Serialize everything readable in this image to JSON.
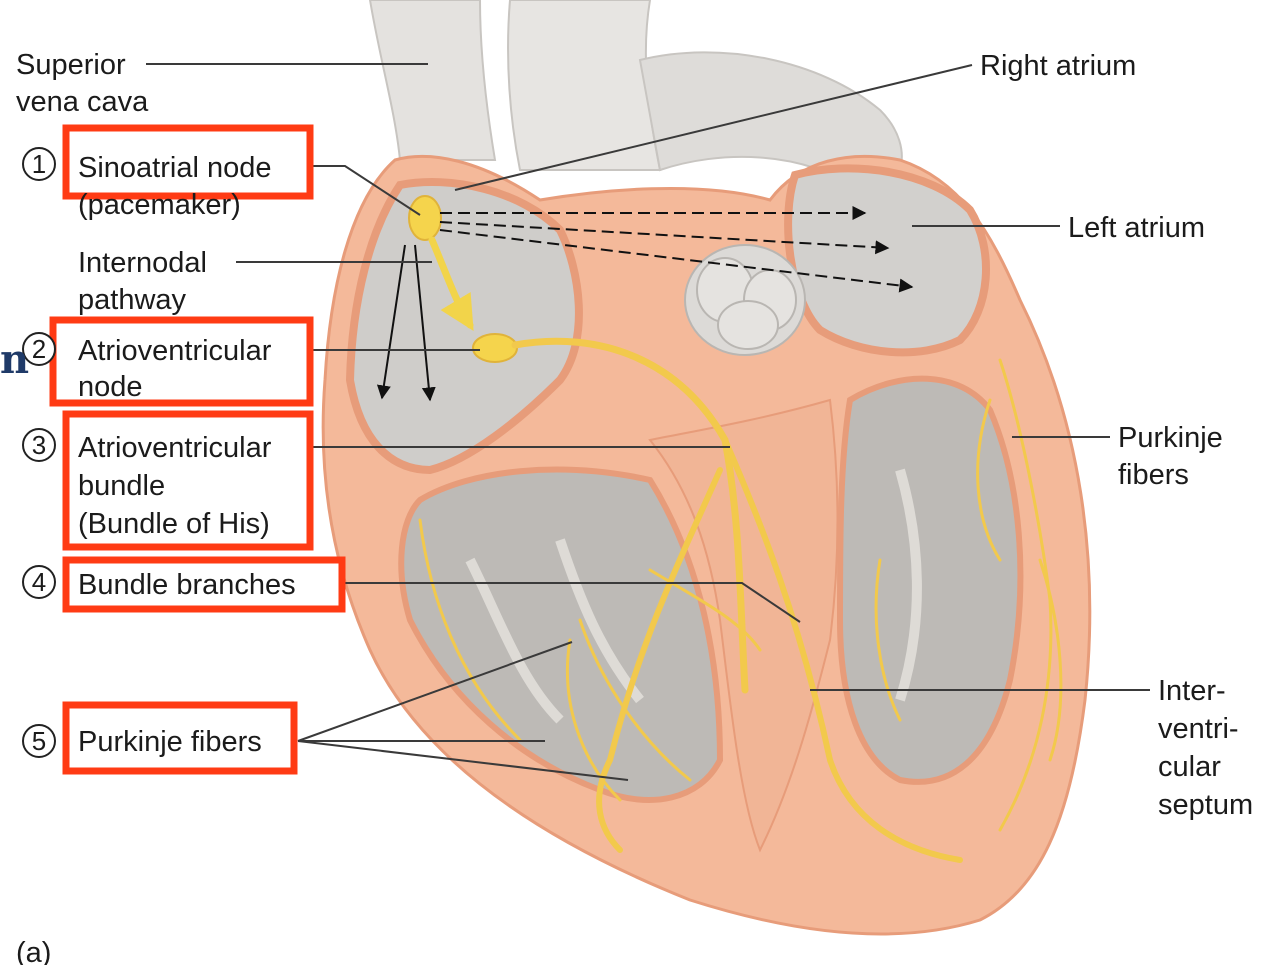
{
  "labels": {
    "superior_vena_cava": [
      "Superior",
      "vena cava"
    ],
    "right_atrium": "Right atrium",
    "left_atrium": "Left atrium",
    "internodal_pathway": [
      "Internodal",
      "pathway"
    ],
    "purkinje_right": [
      "Purkinje",
      "fibers"
    ],
    "interventricular_septum": [
      "Inter-",
      "ventri-",
      "cular",
      "septum"
    ],
    "figure_part": "(a)",
    "left_edge_fragment": "n"
  },
  "steps": [
    {
      "number": "1",
      "lines": [
        "Sinoatrial node"
      ],
      "note": "(pacemaker)"
    },
    {
      "number": "2",
      "lines": [
        "Atrioventricular"
      ],
      "note": "node"
    },
    {
      "number": "3",
      "lines": [
        "Atrioventricular",
        "bundle",
        "(Bundle of His)"
      ]
    },
    {
      "number": "4",
      "lines": [
        "Bundle branches"
      ]
    },
    {
      "number": "5",
      "lines": [
        "Purkinje fibers"
      ]
    }
  ],
  "colors": {
    "highlight_box": "#ff3b14",
    "conduction": "#f2c94c",
    "myocardium": "#f4b99a",
    "tissue": "#d9d7d4",
    "chamber": "#bdbab6"
  }
}
